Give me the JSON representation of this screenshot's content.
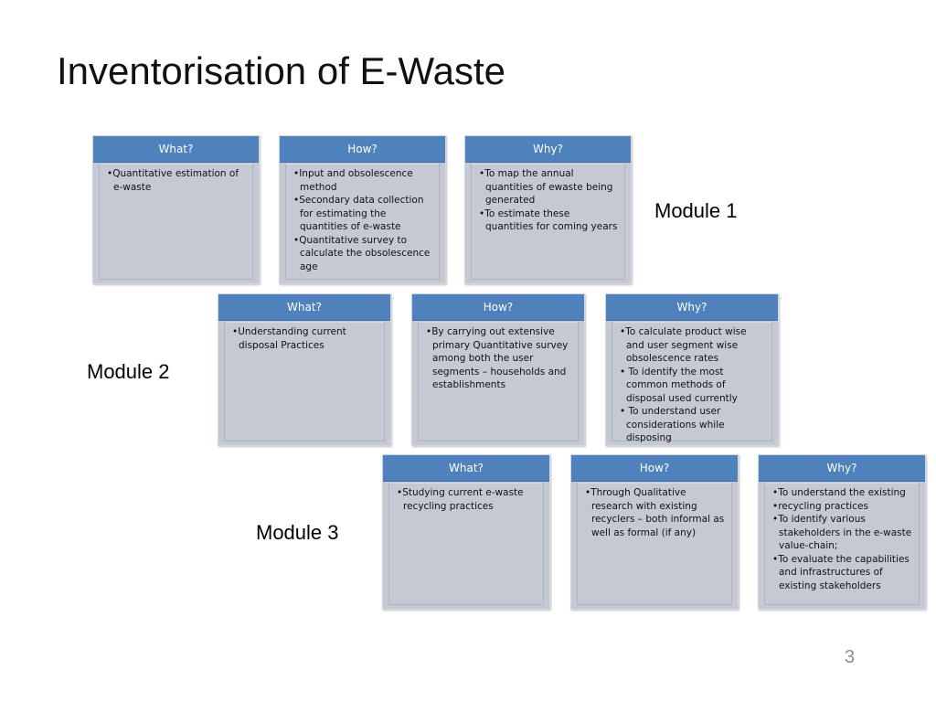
{
  "slide": {
    "title": "Inventorisation of E-Waste",
    "page_number": "3",
    "colors": {
      "header": "#4f81bd",
      "card_body": "#c4c9d3"
    }
  },
  "modules": [
    {
      "label": "Module 1",
      "cards": [
        {
          "header": "What?",
          "items": [
            "Quantitative estimation of e-waste"
          ]
        },
        {
          "header": "How?",
          "items": [
            "Input and obsolescence method",
            "Secondary data collection for estimating the quantities  of e-waste",
            "Quantitative survey to calculate the obsolescence age"
          ]
        },
        {
          "header": "Why?",
          "items": [
            "To map the annual quantities of ewaste being generated",
            "To estimate these quantities for coming years"
          ]
        }
      ]
    },
    {
      "label": "Module 2",
      "cards": [
        {
          "header": "What?",
          "items": [
            "Understanding current disposal Practices"
          ]
        },
        {
          "header": "How?",
          "items": [
            "By carrying out extensive primary Quantitative survey among both the user segments – households and establishments"
          ]
        },
        {
          "header": "Why?",
          "items": [
            "To calculate product wise and user  segment wise obsolescence rates",
            " To identify the most common methods of disposal used currently",
            " To understand user considerations while disposing"
          ]
        }
      ]
    },
    {
      "label": "Module 3",
      "cards": [
        {
          "header": "What?",
          "items": [
            "Studying current e-waste recycling practices"
          ]
        },
        {
          "header": "How?",
          "items": [
            "Through Qualitative research with existing recyclers – both informal as well as formal (if any)"
          ]
        },
        {
          "header": "Why?",
          "items": [
            "To understand the existing",
            "recycling practices",
            "To identify various stakeholders in the e-waste value-chain;",
            "To evaluate the capabilities and  infrastructures of existing stakeholders"
          ]
        }
      ]
    }
  ]
}
